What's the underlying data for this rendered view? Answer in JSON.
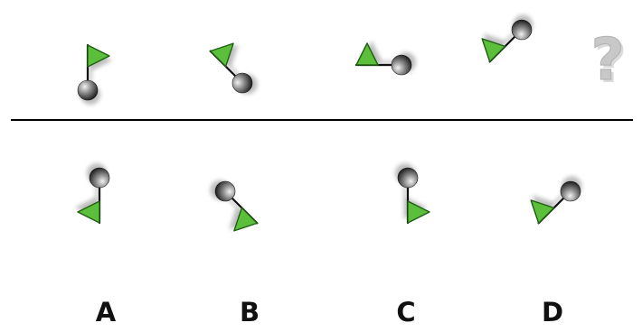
{
  "puzzle": {
    "question_mark": "?",
    "sequence": [
      {
        "id": "fig-1",
        "angle": 0
      },
      {
        "id": "fig-2",
        "angle": -45
      },
      {
        "id": "fig-3",
        "angle": -90
      },
      {
        "id": "fig-4",
        "angle": -135
      }
    ],
    "options": [
      {
        "label": "A",
        "angle": 180,
        "flag_side": "right"
      },
      {
        "label": "B",
        "angle": 135,
        "flag_side": "right"
      },
      {
        "label": "C",
        "angle": 180,
        "flag_side": "left"
      },
      {
        "label": "D",
        "angle": -135,
        "flag_side": "right"
      }
    ]
  },
  "colors": {
    "flag_fill": "#5cbf3c",
    "flag_stroke": "#1f5f12",
    "pole": "#111111",
    "ball_light": "#dddddd",
    "ball_dark": "#1a1a1a",
    "divider": "#000000",
    "question_mark": "#c8c8c8"
  }
}
